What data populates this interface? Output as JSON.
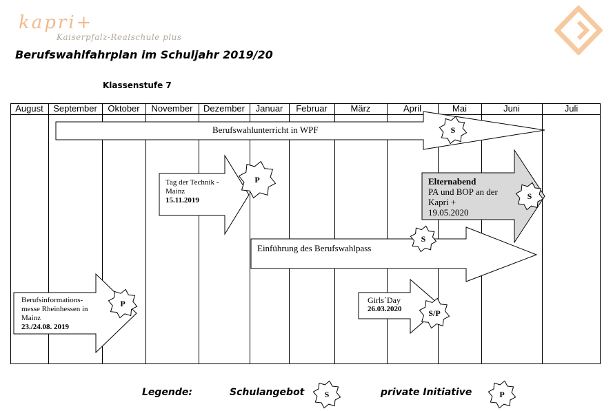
{
  "logo": {
    "name": "kapri+",
    "subtitle": "Kaiserpfalz-Realschule plus",
    "accent_color": "#f1b98b",
    "mark_icon": "diamond-chevron-icon"
  },
  "title": "Berufswahlfahrplan im Schuljahr 2019/20",
  "subtitle": "Klassenstufe 7",
  "months": [
    "August",
    "September",
    "Oktober",
    "November",
    "Dezember",
    "Januar",
    "Februar",
    "März",
    "April",
    "Mai",
    "Juni",
    "Juli"
  ],
  "arrows": {
    "wpf": {
      "label": "Berufswahlunterricht  in WPF",
      "badge": "S"
    },
    "technik": {
      "line1": "Tag der Technik -",
      "line2": "Mainz",
      "date": "15.11.2019",
      "badge": "P"
    },
    "elternabend": {
      "heading": "Elternabend",
      "line1": "PA und BOP an der",
      "line2": "Kapri  +",
      "date": "19.05.2020",
      "badge": "S",
      "fill_color": "#d9d9d9"
    },
    "berufswahlpass": {
      "label": "Einführung des Berufswahlpass",
      "badge": "S"
    },
    "messe": {
      "line1": "Berufsinformations-",
      "line2": "messe Rheinhessen  in",
      "line3": "Mainz",
      "date": "23./24.08. 2019",
      "badge": "P"
    },
    "girlsday": {
      "line1": "Girls`Day",
      "date": "26.03.2020",
      "badge": "S/P"
    }
  },
  "legend": {
    "label": "Legende:",
    "school_label": "Schulangebot",
    "school_badge": "S",
    "private_label": "private Initiative",
    "private_badge": "P"
  }
}
